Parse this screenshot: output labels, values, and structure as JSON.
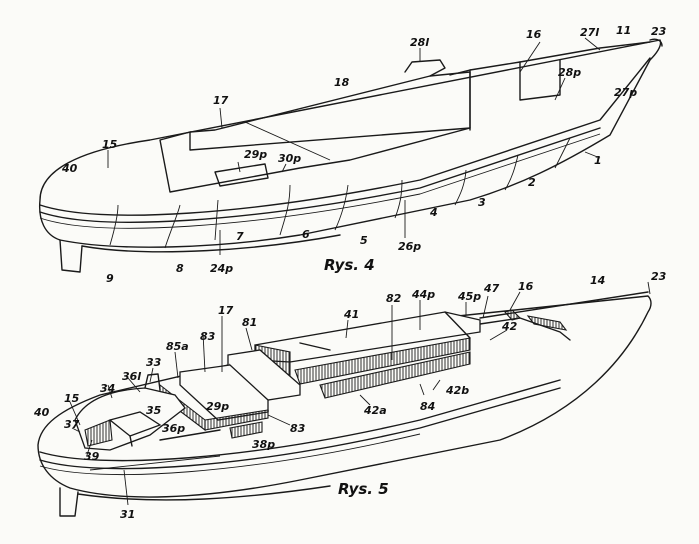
{
  "figures": [
    {
      "caption": "Rys. 4",
      "labels": [
        "1",
        "2",
        "3",
        "4",
        "5",
        "6",
        "7",
        "8",
        "9",
        "11",
        "15",
        "17",
        "18",
        "23",
        "24p",
        "26p",
        "27p",
        "27l",
        "28p",
        "28l",
        "29p",
        "30p",
        "40",
        "16"
      ]
    },
    {
      "caption": "Rys. 5",
      "labels": [
        "14",
        "15",
        "16",
        "17",
        "23",
        "29p",
        "31",
        "33",
        "34",
        "35",
        "36p",
        "36l",
        "37",
        "38p",
        "39",
        "40",
        "41",
        "42",
        "42a",
        "42b",
        "44p",
        "45p",
        "47",
        "81",
        "82",
        "83",
        "84",
        "85a"
      ]
    }
  ]
}
